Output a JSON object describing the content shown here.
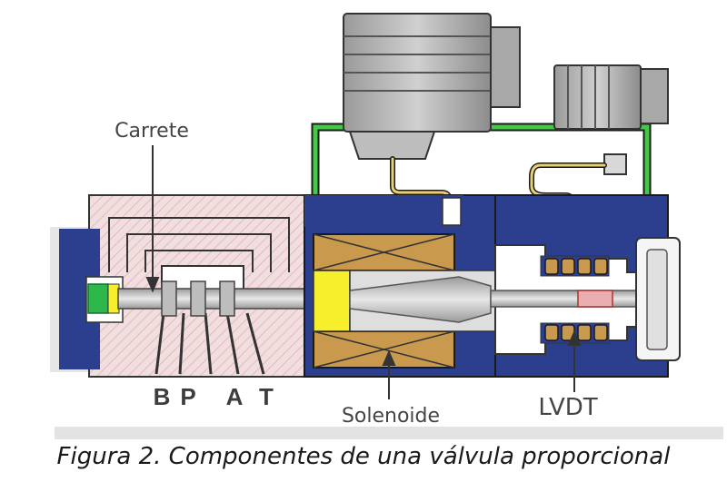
{
  "labels": {
    "spool": "Carrete",
    "solenoid": "Solenoide",
    "lvdt": "LVDT"
  },
  "ports": [
    "B",
    "P",
    "A",
    "T"
  ],
  "caption": "Figura 2. Componentes de una válvula proporcional",
  "colors": {
    "body": "#f2dede",
    "body_hatch": "#d9b5b5",
    "blue": "#2c3f8f",
    "green": "#44c848",
    "yellow_wire": "#e8d070",
    "coil": "#c99a4e",
    "spring": "#2eb84c",
    "pole": "#f7ee2c",
    "connector": "#8a8a8a"
  }
}
